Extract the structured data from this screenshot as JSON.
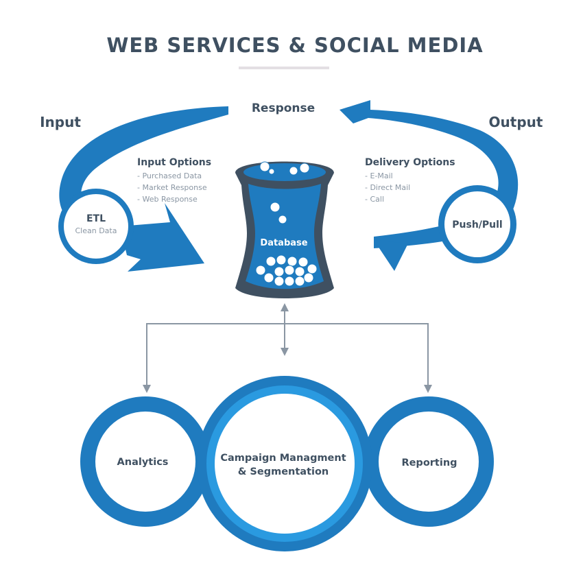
{
  "title": "WEB SERVICES & SOCIAL MEDIA",
  "colors": {
    "primary_blue": "#1f7bbf",
    "light_blue": "#2a9ae0",
    "dark_slate": "#3f5061",
    "connector_gray": "#8a96a3",
    "divider": "#e3dfe3"
  },
  "loop": {
    "input_label": "Input",
    "response_label": "Response",
    "output_label": "Output"
  },
  "input_options": {
    "heading": "Input Options",
    "items": [
      "- Purchased Data",
      "- Market Response",
      "- Web Response"
    ]
  },
  "delivery_options": {
    "heading": "Delivery Options",
    "items": [
      "- E-Mail",
      "- Direct Mail",
      "- Call"
    ]
  },
  "etl": {
    "label": "ETL",
    "sublabel": "Clean Data"
  },
  "push_pull": {
    "label": "Push/Pull"
  },
  "database": {
    "label": "Database"
  },
  "bottom": {
    "analytics": "Analytics",
    "campaign_line1": "Campaign Managment",
    "campaign_line2": "& Segmentation",
    "reporting": "Reporting"
  }
}
